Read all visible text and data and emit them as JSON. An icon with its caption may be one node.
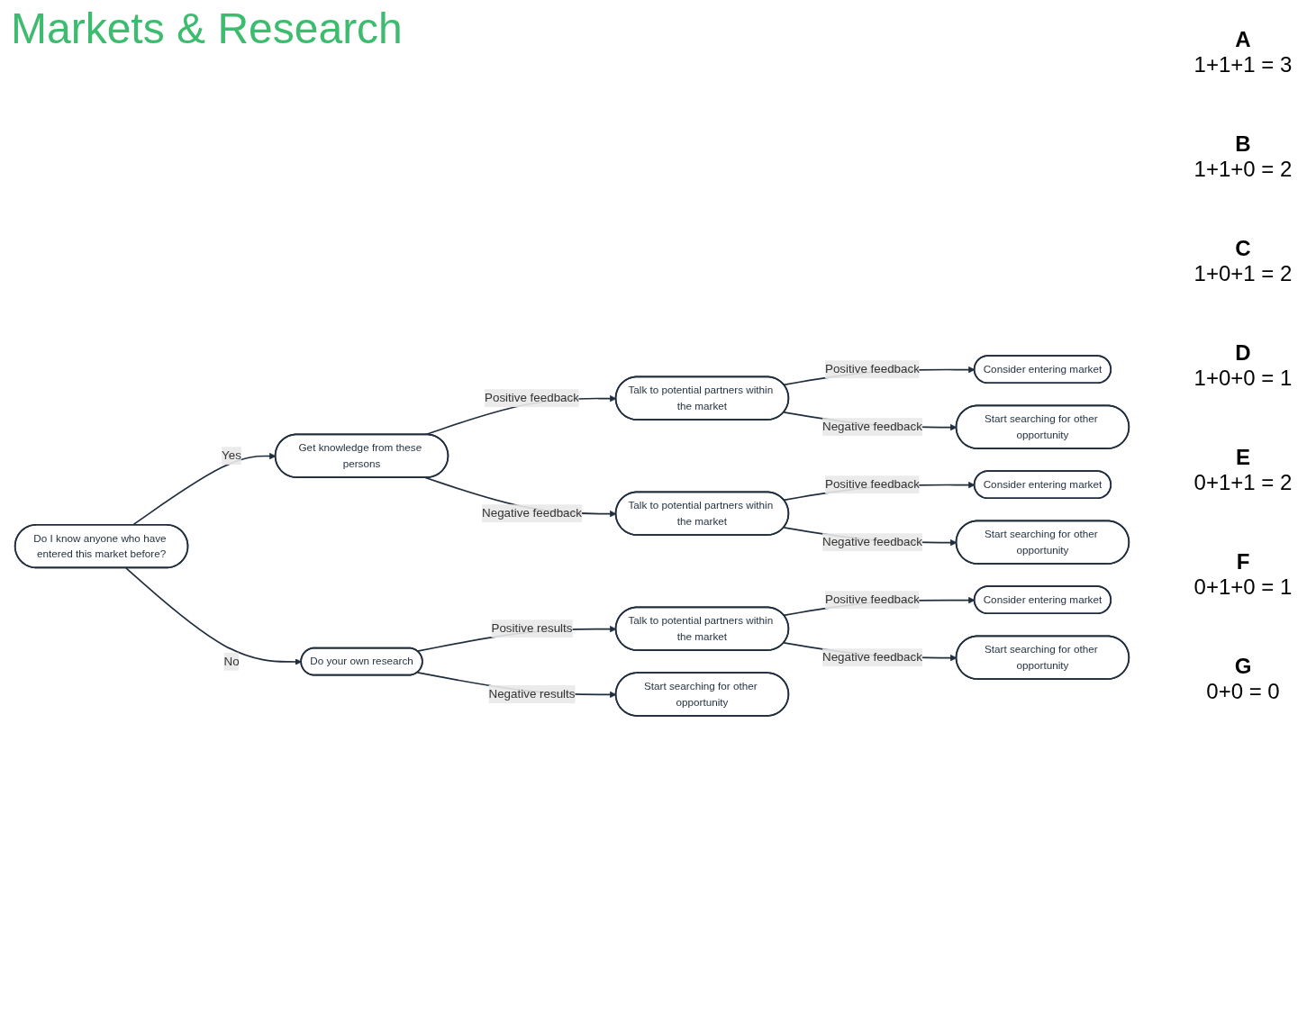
{
  "diagram": {
    "title": "Markets & Research",
    "nodes": [
      {
        "text": [
          "Do I know anyone who have entered this market before?"
        ]
      },
      {
        "text": [
          "Get knowledge from these persons"
        ]
      },
      {
        "text": [
          "Do your own research"
        ]
      },
      {
        "text": [
          "Talk to potential partners within the market"
        ]
      },
      {
        "text": [
          "Talk to potential partners within the market"
        ]
      },
      {
        "text": [
          "Talk to potential partners within the market"
        ]
      },
      {
        "text": [
          "Start searching for other opportunity"
        ]
      },
      {
        "text": [
          "Consider entering market"
        ]
      },
      {
        "text": [
          "Start searching for other opportunity"
        ]
      },
      {
        "text": [
          "Consider entering market"
        ]
      },
      {
        "text": [
          "Start searching for other opportunity"
        ]
      },
      {
        "text": [
          "Consider entering market"
        ]
      },
      {
        "text": [
          "Start searching for other opportunity"
        ]
      }
    ],
    "edges": [
      {
        "from": 0,
        "to": 1,
        "arrow": "to",
        "label": "Yes"
      },
      {
        "from": 0,
        "to": 2,
        "arrow": "to",
        "label": "No"
      },
      {
        "from": 1,
        "to": 3,
        "arrow": "to",
        "label": "Positive feedback"
      },
      {
        "from": 1,
        "to": 4,
        "arrow": "to",
        "label": "Negative feedback"
      },
      {
        "from": 2,
        "to": 5,
        "arrow": "to",
        "label": "Positive results"
      },
      {
        "from": 2,
        "to": 6,
        "arrow": "to",
        "label": "Negative results"
      },
      {
        "from": 3,
        "to": 7,
        "arrow": "to",
        "label": "Positive feedback"
      },
      {
        "from": 3,
        "to": 8,
        "arrow": "to",
        "label": "Negative feedback"
      },
      {
        "from": 4,
        "to": 9,
        "arrow": "to",
        "label": "Positive feedback"
      },
      {
        "from": 4,
        "to": 10,
        "arrow": "to",
        "label": "Negative feedback"
      },
      {
        "from": 5,
        "to": 11,
        "arrow": "to",
        "label": "Positive feedback"
      },
      {
        "from": 5,
        "to": 12,
        "arrow": "to",
        "label": "Negative feedback"
      }
    ],
    "labels": [
      "A",
      "1+1+1 = 3",
      "B",
      "1+1+0 = 2",
      "C",
      "1+0+1 = 2",
      "D",
      "1+0+0 = 1",
      "E",
      "0+1+1 = 2",
      "F",
      "0+1+0 = 1",
      "G",
      "0+0 = 0"
    ]
  }
}
